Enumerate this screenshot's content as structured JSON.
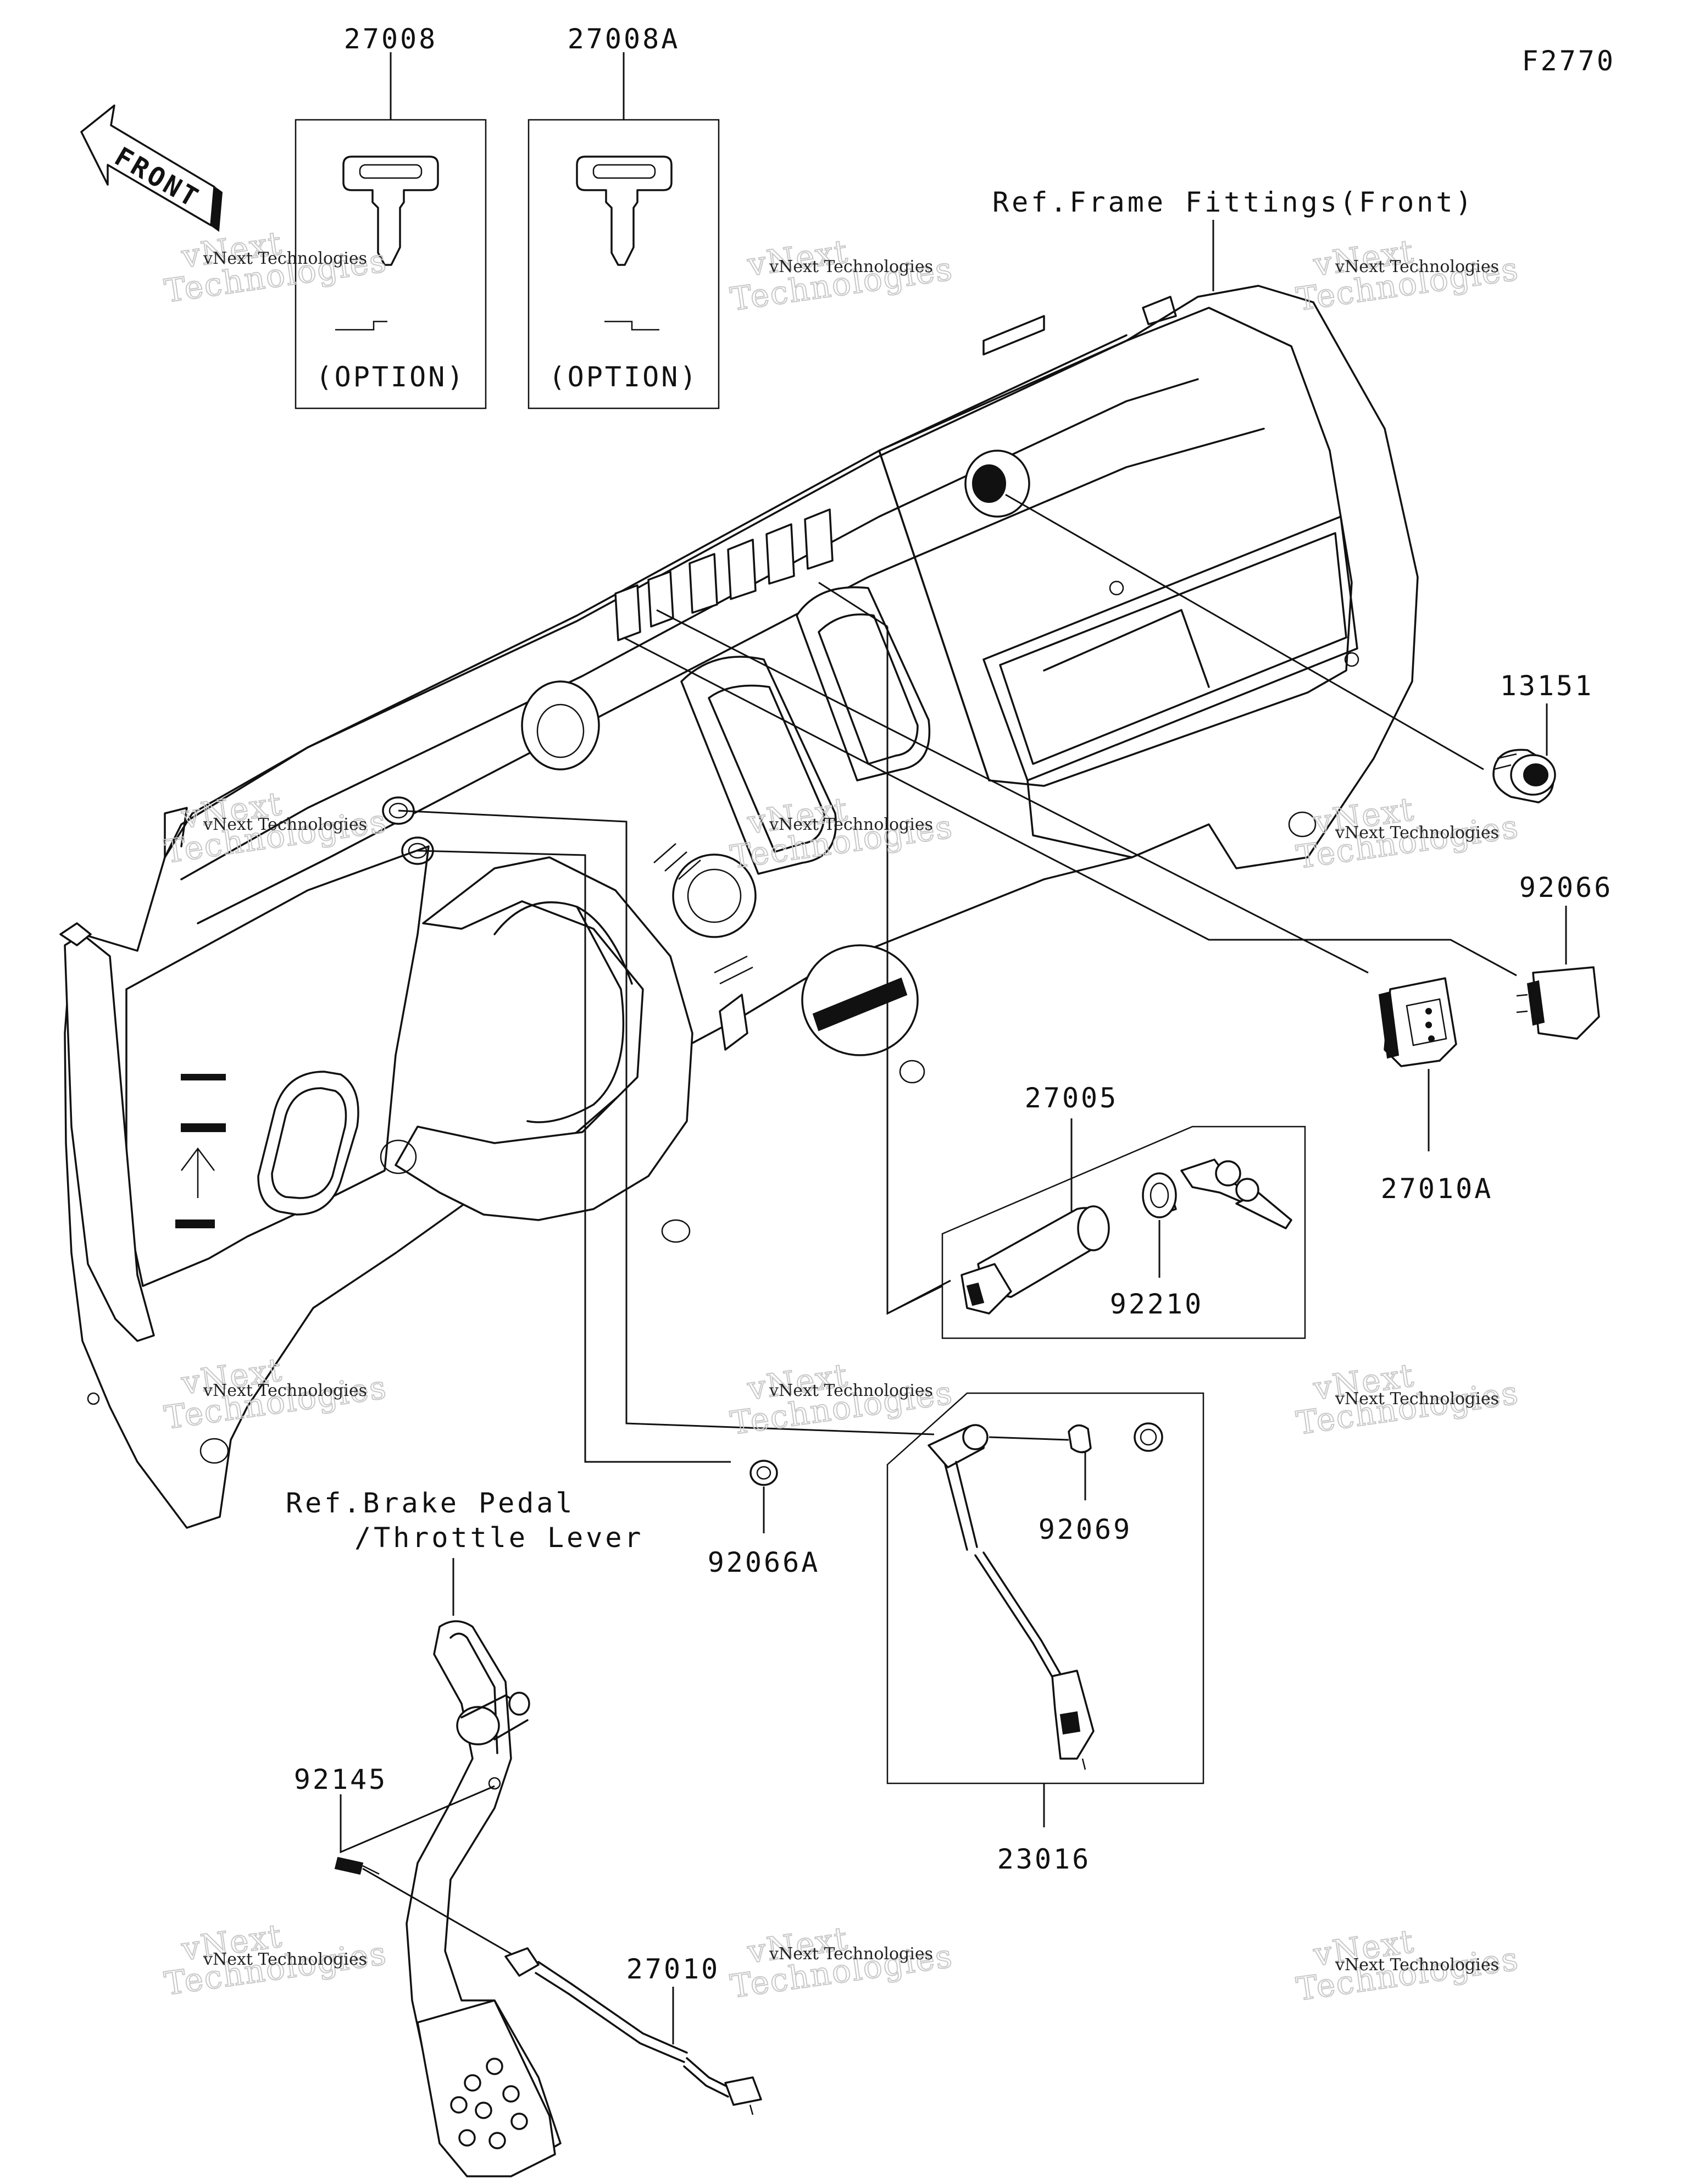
{
  "diagram_code": "F2770",
  "front_label": "FRONT",
  "refs": {
    "frame": "Ref.Frame Fittings(Front)",
    "brake_line1": "Ref.Brake Pedal",
    "brake_line2": "/Throttle Lever"
  },
  "parts": {
    "p27008": "27008",
    "p27008A": "27008A",
    "option": "(OPTION)",
    "p13151": "13151",
    "p92066": "92066",
    "p27010A": "27010A",
    "p27005": "27005",
    "p92210": "92210",
    "p92069": "92069",
    "p92066A": "92066A",
    "p23016": "23016",
    "p92145": "92145",
    "p27010": "27010"
  },
  "watermark": {
    "line1": "vNext Technologies",
    "line2a": "vNext",
    "line2b": "Technologies"
  },
  "colors": {
    "line": "#111111",
    "watermark": "#c8c8c8"
  }
}
